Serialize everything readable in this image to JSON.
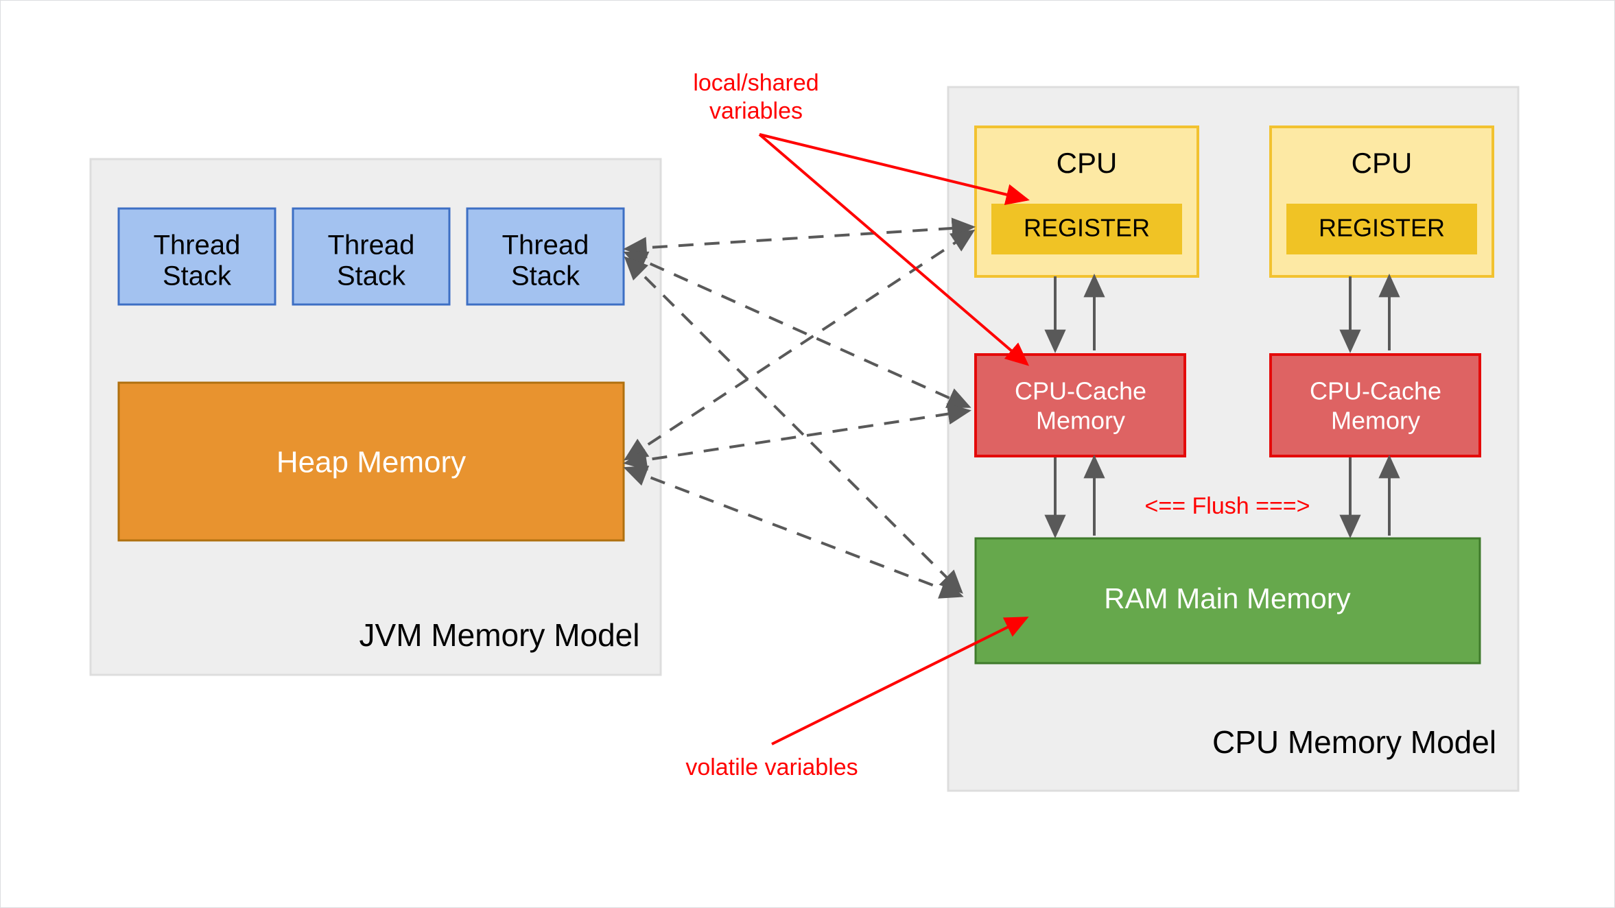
{
  "diagram": {
    "title_left": "JVM Memory Model",
    "title_right": "CPU Memory Model",
    "colors": {
      "panel_bg": "#eeeeee",
      "panel_border": "#dddddd",
      "thread_fill": "#a3c2f0",
      "thread_border": "#3d6fc4",
      "heap_fill": "#e8932f",
      "heap_border": "#b0700f",
      "cpu_fill": "#fde9a4",
      "cpu_border": "#f2c230",
      "register_fill": "#f0c325",
      "cache_fill": "#de6363",
      "cache_border": "#e40a0a",
      "ram_fill": "#66a84c",
      "ram_border": "#3f7a2b",
      "annotation_red": "#ff0000",
      "connector_gray": "#595959",
      "page_bg": "#ffffff"
    },
    "jvm_panel": {
      "label": "JVM Memory Model",
      "thread_stacks": [
        {
          "line1": "Thread",
          "line2": "Stack"
        },
        {
          "line1": "Thread",
          "line2": "Stack"
        },
        {
          "line1": "Thread",
          "line2": "Stack"
        }
      ],
      "heap": {
        "label": "Heap Memory"
      }
    },
    "cpu_panel": {
      "label": "CPU Memory Model",
      "cpus": [
        {
          "label": "CPU",
          "register_label": "REGISTER",
          "cache_line1": "CPU-Cache",
          "cache_line2": "Memory"
        },
        {
          "label": "CPU",
          "register_label": "REGISTER",
          "cache_line1": "CPU-Cache",
          "cache_line2": "Memory"
        }
      ],
      "ram": {
        "label": "RAM Main Memory"
      },
      "flush_label": "<== Flush ===>"
    },
    "annotations": [
      {
        "id": "local-shared-variables",
        "line1": "local/shared",
        "line2": "variables"
      },
      {
        "id": "volatile-variables",
        "line1": "volatile variables",
        "line2": ""
      }
    ]
  }
}
